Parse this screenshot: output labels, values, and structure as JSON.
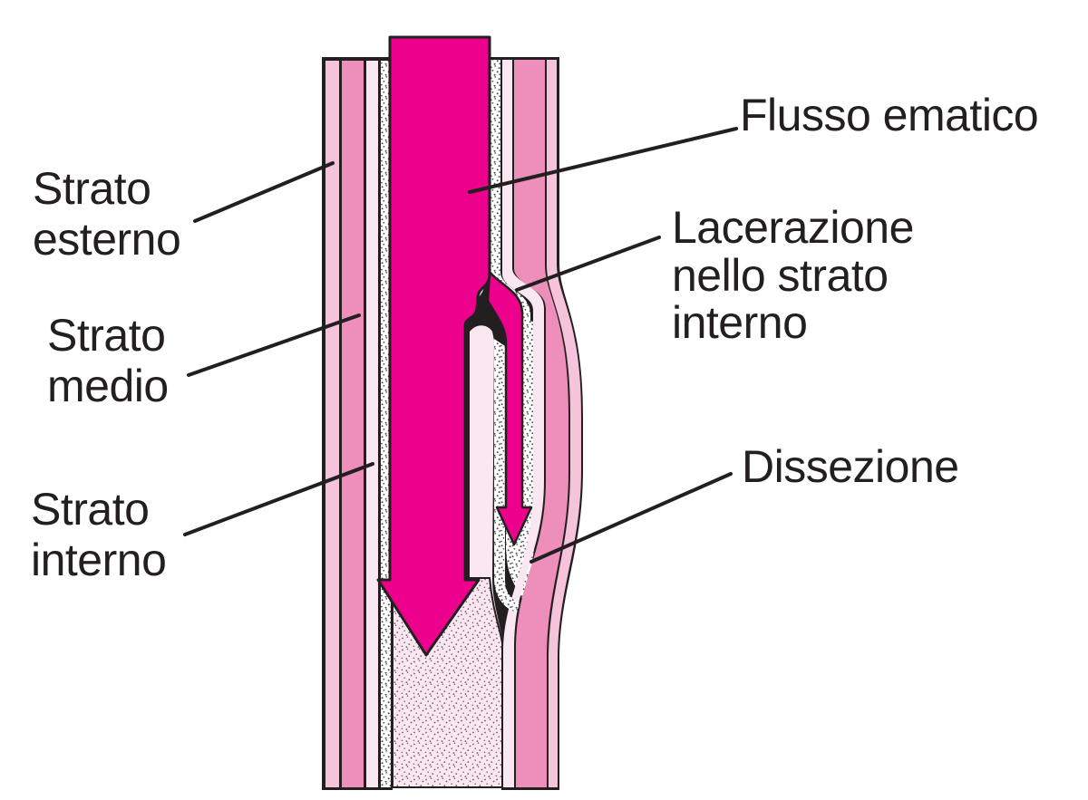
{
  "figure": {
    "type": "medical-diagram",
    "subject": "Dissezione aortica - sezione della parete del vaso",
    "background": "#FFFFFF"
  },
  "labels": {
    "strato_esterno": {
      "line1": "Strato",
      "line2": "esterno"
    },
    "strato_medio": {
      "line1": "Strato",
      "line2": "medio"
    },
    "strato_interno": {
      "line1": "Strato",
      "line2": "interno"
    },
    "flusso_ematico": {
      "line1": "Flusso ematico"
    },
    "lacerazione": {
      "line1": "Lacerazione",
      "line2": "nello strato",
      "line3": "interno"
    },
    "dissezione": {
      "line1": "Dissezione"
    }
  },
  "colors": {
    "blood_magenta": "#EC008C",
    "middle_layer_pink": "#EE8FBB",
    "outer_layer_pink": "#F5C3DA",
    "inner_lining_pink": "#FBE7F1",
    "lumen_pale_pink": "#FAE7F2",
    "outline_black": "#231F20",
    "background": "#FFFFFF"
  }
}
